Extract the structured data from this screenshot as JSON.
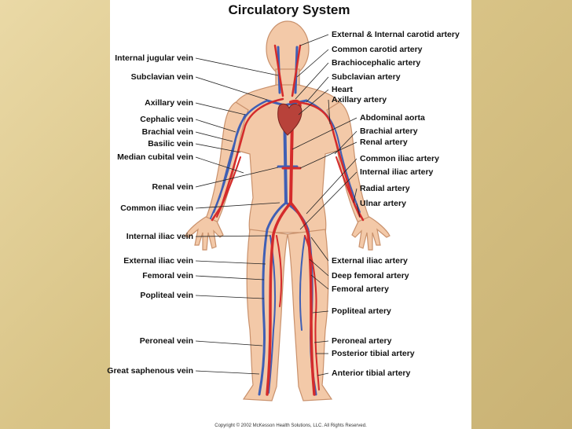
{
  "title": "Circulatory System",
  "copyright": "Copyright © 2002 McKesson Health Solutions, LLC. All Rights Reserved.",
  "colors": {
    "artery": "#d42b2b",
    "vein": "#3f5fb5",
    "skin": "#f3c9a8",
    "background": "#d9c487"
  },
  "left_labels": [
    "Internal jugular vein",
    "Subclavian vein",
    "Axillary vein",
    "Cephalic vein",
    "Brachial vein",
    "Basilic vein",
    "Median cubital vein",
    "Renal vein",
    "Common iliac vein",
    "Internal iliac vein",
    "External iliac vein",
    "Femoral vein",
    "Popliteal vein",
    "Peroneal vein",
    "Great saphenous vein"
  ],
  "right_labels": [
    "External & Internal carotid artery",
    "Common carotid artery",
    "Brachiocephalic artery",
    "Subclavian artery",
    "Heart",
    "Axillary artery",
    "Abdominal aorta",
    "Brachial artery",
    "Renal artery",
    "Common iliac artery",
    "Internal iliac artery",
    "Radial artery",
    "Ulnar artery",
    "External iliac artery",
    "Deep femoral artery",
    "Femoral artery",
    "Popliteal artery",
    "Peroneal artery",
    "Posterior tibial artery",
    "Anterior tibial artery"
  ]
}
